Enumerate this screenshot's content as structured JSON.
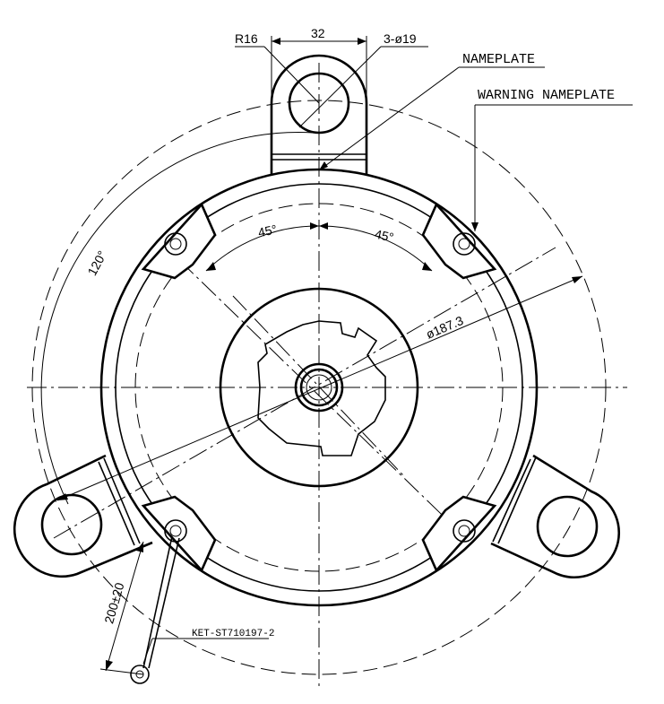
{
  "labels": {
    "nameplate": "NAMEPLATE",
    "warning_nameplate": "WARNING NAMEPLATE",
    "part_number": "KET-ST710197-2"
  },
  "dimensions": {
    "radius": "R16",
    "tab_width": "32",
    "holes": "3-ø19",
    "angle_top_left": "45°",
    "angle_top_right": "45°",
    "angle_120": "120°",
    "diameter": "ø187.3",
    "lead_length": "200±20"
  }
}
